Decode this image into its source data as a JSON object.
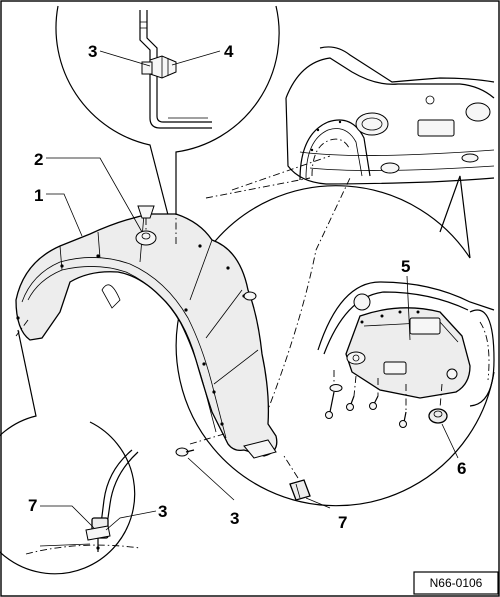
{
  "figure": {
    "reference_code": "N66-0106"
  },
  "callouts": {
    "c1": "1",
    "c2": "2",
    "c3_top": "3",
    "c4": "4",
    "c5": "5",
    "c6": "6",
    "c3_bottom_left": "3",
    "c7_bottom_left": "7",
    "c3_bottom": "3",
    "c7_bottom": "7"
  }
}
